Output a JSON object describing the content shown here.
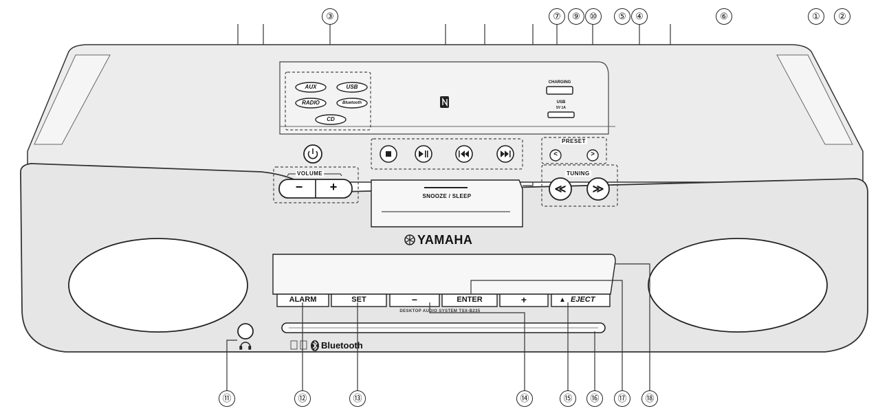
{
  "callouts": {
    "top": [
      "③",
      "⑦",
      "⑨",
      "⑩",
      "⑤",
      "④",
      "⑥",
      "①",
      "②"
    ],
    "bottom": [
      "⑪",
      "⑫",
      "⑬",
      "⑭",
      "⑮",
      "⑯",
      "⑰",
      "⑱"
    ]
  },
  "source_buttons": [
    "AUX",
    "USB",
    "RADIO",
    "Bluetooth",
    "CD"
  ],
  "usb": {
    "charging": "CHARGING",
    "usb_label": "USB",
    "usb_sub": "5V 1A"
  },
  "preset": {
    "label": "PRESET",
    "prev": "<",
    "next": ">"
  },
  "tuning": {
    "label": "TUNING",
    "down": "≪",
    "up": "≫"
  },
  "volume": {
    "label": "VOLUME",
    "minus": "−",
    "plus": "+"
  },
  "snooze_sleep": "SNOOZE / SLEEP",
  "brand": "YAMAHA",
  "front_panel": {
    "buttons": [
      "ALARM",
      "SET",
      "−",
      "ENTER",
      "+",
      "EJECT"
    ],
    "eject_symbol": "▲",
    "model_text": "DESKTOP AUDIO SYSTEM TSX-B235"
  },
  "bluetooth_label": "Bluetooth",
  "icons": [
    "nfc-icon",
    "power-icon",
    "stop-icon",
    "play-pause-icon",
    "skip-back-icon",
    "skip-forward-icon",
    "headphones-icon",
    "bluetooth-logo-icon",
    "yamaha-logo-icon"
  ]
}
